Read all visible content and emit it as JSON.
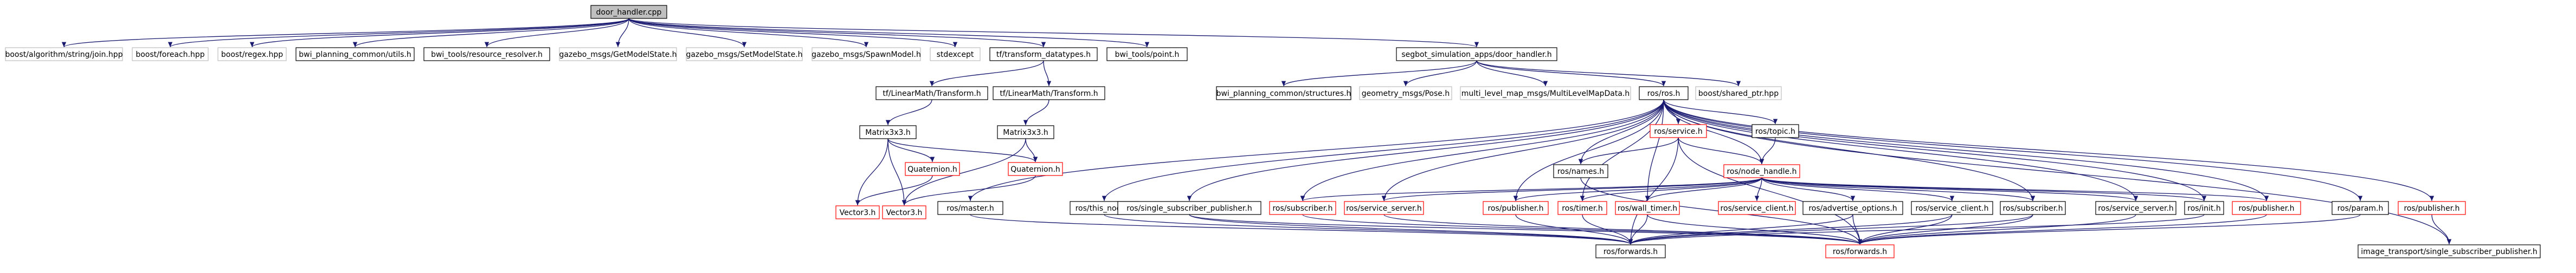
{
  "diagram": {
    "type": "include-dependency-graph",
    "colors": {
      "edge": "#191970",
      "root_fill": "#bfbfbf",
      "documented_border": "#000000",
      "external_border": "#bfbfbf",
      "missing_border": "#ff0000",
      "text": "#000000"
    },
    "nodes": [
      {
        "id": "n0",
        "label": "door_handler.cpp",
        "status": "root"
      },
      {
        "id": "n1",
        "label": "boost/algorithm/string/join.hpp",
        "status": "external"
      },
      {
        "id": "n2",
        "label": "boost/foreach.hpp",
        "status": "external"
      },
      {
        "id": "n3",
        "label": "boost/regex.hpp",
        "status": "external"
      },
      {
        "id": "n4",
        "label": "bwi_planning_common/utils.h",
        "status": "documented"
      },
      {
        "id": "n5",
        "label": "bwi_tools/resource_resolver.h",
        "status": "documented"
      },
      {
        "id": "n6",
        "label": "gazebo_msgs/GetModelState.h",
        "status": "external"
      },
      {
        "id": "n7",
        "label": "gazebo_msgs/SetModelState.h",
        "status": "external"
      },
      {
        "id": "n8",
        "label": "gazebo_msgs/SpawnModel.h",
        "status": "external"
      },
      {
        "id": "n9",
        "label": "stdexcept",
        "status": "external"
      },
      {
        "id": "n10",
        "label": "tf/transform_datatypes.h",
        "status": "documented"
      },
      {
        "id": "n11",
        "label": "bwi_tools/point.h",
        "status": "documented"
      },
      {
        "id": "n12",
        "label": "segbot_simulation_apps/door_handler.h",
        "status": "documented"
      },
      {
        "id": "n13",
        "label": "tf/LinearMath/Transform.h",
        "status": "documented"
      },
      {
        "id": "n14",
        "label": "tf/LinearMath/Transform.h",
        "status": "documented"
      },
      {
        "id": "n15",
        "label": "Matrix3x3.h",
        "status": "documented"
      },
      {
        "id": "n16",
        "label": "Matrix3x3.h",
        "status": "documented"
      },
      {
        "id": "n17",
        "label": "Quaternion.h",
        "status": "missing"
      },
      {
        "id": "n18",
        "label": "Quaternion.h",
        "status": "missing"
      },
      {
        "id": "n19",
        "label": "Vector3.h",
        "status": "missing"
      },
      {
        "id": "n20",
        "label": "Vector3.h",
        "status": "missing"
      },
      {
        "id": "n21",
        "label": "bwi_planning_common/structures.h",
        "status": "documented"
      },
      {
        "id": "n22",
        "label": "geometry_msgs/Pose.h",
        "status": "external"
      },
      {
        "id": "n23",
        "label": "multi_level_map_msgs/MultiLevelMapData.h",
        "status": "external"
      },
      {
        "id": "n24",
        "label": "ros/ros.h",
        "status": "documented"
      },
      {
        "id": "n25",
        "label": "boost/shared_ptr.hpp",
        "status": "external"
      },
      {
        "id": "n26",
        "label": "ros/service.h",
        "status": "missing"
      },
      {
        "id": "n27",
        "label": "ros/topic.h",
        "status": "documented"
      },
      {
        "id": "n28",
        "label": "ros/names.h",
        "status": "documented"
      },
      {
        "id": "n29",
        "label": "ros/node_handle.h",
        "status": "missing"
      },
      {
        "id": "n30",
        "label": "ros/master.h",
        "status": "documented"
      },
      {
        "id": "n31",
        "label": "ros/this_node.h",
        "status": "documented"
      },
      {
        "id": "n32",
        "label": "ros/single_subscriber_publisher.h",
        "status": "documented"
      },
      {
        "id": "n33",
        "label": "ros/subscriber.h",
        "status": "missing"
      },
      {
        "id": "n34",
        "label": "ros/service_server.h",
        "status": "missing"
      },
      {
        "id": "n35",
        "label": "ros/publisher.h",
        "status": "missing"
      },
      {
        "id": "n36",
        "label": "ros/timer.h",
        "status": "missing"
      },
      {
        "id": "n37",
        "label": "ros/wall_timer.h",
        "status": "missing"
      },
      {
        "id": "n38",
        "label": "ros/service_client.h",
        "status": "missing"
      },
      {
        "id": "n39",
        "label": "ros/advertise_options.h",
        "status": "documented"
      },
      {
        "id": "n40",
        "label": "ros/service_client.h",
        "status": "documented"
      },
      {
        "id": "n41",
        "label": "ros/subscriber.h",
        "status": "documented"
      },
      {
        "id": "n42",
        "label": "ros/service_server.h",
        "status": "documented"
      },
      {
        "id": "n43",
        "label": "ros/init.h",
        "status": "documented"
      },
      {
        "id": "n44",
        "label": "ros/publisher.h",
        "status": "missing"
      },
      {
        "id": "n45",
        "label": "ros/param.h",
        "status": "documented"
      },
      {
        "id": "n46",
        "label": "ros/publisher.h",
        "status": "missing"
      },
      {
        "id": "n47",
        "label": "ros/forwards.h",
        "status": "documented"
      },
      {
        "id": "n48",
        "label": "ros/forwards.h",
        "status": "missing"
      },
      {
        "id": "n49",
        "label": "image_transport/single_subscriber_publisher.h",
        "status": "documented"
      }
    ],
    "edges": [
      [
        "n0",
        "n1"
      ],
      [
        "n0",
        "n2"
      ],
      [
        "n0",
        "n3"
      ],
      [
        "n0",
        "n4"
      ],
      [
        "n0",
        "n5"
      ],
      [
        "n0",
        "n6"
      ],
      [
        "n0",
        "n7"
      ],
      [
        "n0",
        "n8"
      ],
      [
        "n0",
        "n9"
      ],
      [
        "n0",
        "n10"
      ],
      [
        "n0",
        "n11"
      ],
      [
        "n0",
        "n12"
      ],
      [
        "n10",
        "n13"
      ],
      [
        "n10",
        "n14"
      ],
      [
        "n13",
        "n15"
      ],
      [
        "n14",
        "n16"
      ],
      [
        "n15",
        "n17"
      ],
      [
        "n15",
        "n18"
      ],
      [
        "n15",
        "n19"
      ],
      [
        "n15",
        "n20"
      ],
      [
        "n16",
        "n18"
      ],
      [
        "n16",
        "n20"
      ],
      [
        "n17",
        "n19"
      ],
      [
        "n18",
        "n20"
      ],
      [
        "n12",
        "n21"
      ],
      [
        "n12",
        "n22"
      ],
      [
        "n12",
        "n23"
      ],
      [
        "n12",
        "n24"
      ],
      [
        "n12",
        "n25"
      ],
      [
        "n24",
        "n26"
      ],
      [
        "n24",
        "n27"
      ],
      [
        "n24",
        "n28"
      ],
      [
        "n24",
        "n29"
      ],
      [
        "n24",
        "n30"
      ],
      [
        "n24",
        "n31"
      ],
      [
        "n24",
        "n32"
      ],
      [
        "n24",
        "n33"
      ],
      [
        "n24",
        "n34"
      ],
      [
        "n24",
        "n35"
      ],
      [
        "n24",
        "n36"
      ],
      [
        "n24",
        "n37"
      ],
      [
        "n24",
        "n41"
      ],
      [
        "n24",
        "n42"
      ],
      [
        "n24",
        "n43"
      ],
      [
        "n24",
        "n44"
      ],
      [
        "n24",
        "n45"
      ],
      [
        "n24",
        "n46"
      ],
      [
        "n24",
        "n49"
      ],
      [
        "n26",
        "n28"
      ],
      [
        "n26",
        "n29"
      ],
      [
        "n26",
        "n47"
      ],
      [
        "n26",
        "n48"
      ],
      [
        "n27",
        "n29"
      ],
      [
        "n28",
        "n48"
      ],
      [
        "n29",
        "n33"
      ],
      [
        "n29",
        "n34"
      ],
      [
        "n29",
        "n35"
      ],
      [
        "n29",
        "n36"
      ],
      [
        "n29",
        "n37"
      ],
      [
        "n29",
        "n38"
      ],
      [
        "n29",
        "n39"
      ],
      [
        "n29",
        "n40"
      ],
      [
        "n29",
        "n41"
      ],
      [
        "n29",
        "n42"
      ],
      [
        "n29",
        "n43"
      ],
      [
        "n29",
        "n44"
      ],
      [
        "n30",
        "n47"
      ],
      [
        "n31",
        "n47"
      ],
      [
        "n32",
        "n47"
      ],
      [
        "n32",
        "n48"
      ],
      [
        "n33",
        "n48"
      ],
      [
        "n34",
        "n48"
      ],
      [
        "n35",
        "n47"
      ],
      [
        "n36",
        "n47"
      ],
      [
        "n37",
        "n47"
      ],
      [
        "n37",
        "n48"
      ],
      [
        "n39",
        "n47"
      ],
      [
        "n39",
        "n48"
      ],
      [
        "n40",
        "n47"
      ],
      [
        "n40",
        "n48"
      ],
      [
        "n41",
        "n47"
      ],
      [
        "n41",
        "n48"
      ],
      [
        "n42",
        "n48"
      ],
      [
        "n43",
        "n47"
      ],
      [
        "n44",
        "n48"
      ],
      [
        "n45",
        "n48"
      ],
      [
        "n46",
        "n49"
      ]
    ]
  }
}
